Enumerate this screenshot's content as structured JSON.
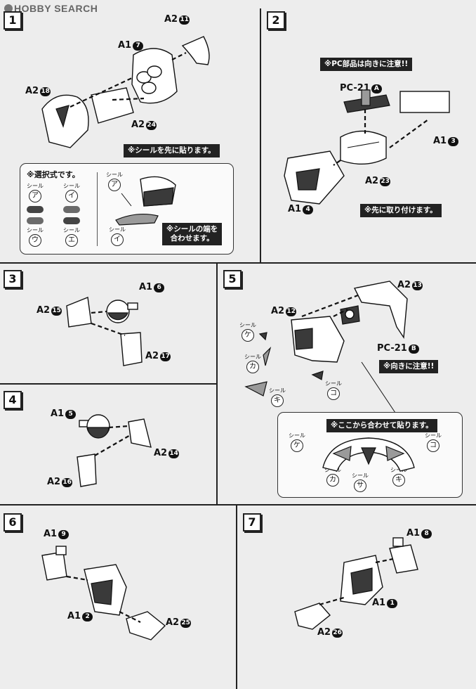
{
  "watermark": "HOBBY SEARCH",
  "steps": [
    {
      "number": "1",
      "labels": [
        {
          "prefix": "A2",
          "num": "11"
        },
        {
          "prefix": "A1",
          "num": "7"
        },
        {
          "prefix": "A2",
          "num": "18"
        },
        {
          "prefix": "A2",
          "num": "24"
        }
      ],
      "note": "※シールを先に貼ります。",
      "selection_note": "※選択式です。",
      "selection_seals": [
        "ア",
        "イ",
        "ウ",
        "エ"
      ],
      "seal_word": "シール",
      "align_seals": [
        "ア",
        "イ"
      ],
      "align_note_1": "※シールの端を",
      "align_note_2": "合わせます。"
    },
    {
      "number": "2",
      "warn": "※PC部品は向きに注意!!",
      "labels": [
        {
          "prefix": "PC-21",
          "num": "A"
        },
        {
          "prefix": "A1",
          "num": "3"
        },
        {
          "prefix": "A2",
          "num": "23"
        },
        {
          "prefix": "A1",
          "num": "4"
        }
      ],
      "note": "※先に取り付けます。"
    },
    {
      "number": "3",
      "labels": [
        {
          "prefix": "A1",
          "num": "6"
        },
        {
          "prefix": "A2",
          "num": "15"
        },
        {
          "prefix": "A2",
          "num": "17"
        }
      ]
    },
    {
      "number": "4",
      "labels": [
        {
          "prefix": "A1",
          "num": "5"
        },
        {
          "prefix": "A2",
          "num": "14"
        },
        {
          "prefix": "A2",
          "num": "16"
        }
      ]
    },
    {
      "number": "5",
      "labels": [
        {
          "prefix": "A2",
          "num": "13"
        },
        {
          "prefix": "A2",
          "num": "12"
        },
        {
          "prefix": "PC-21",
          "num": "B"
        }
      ],
      "warn": "※向きに注意!!",
      "seals": [
        "ケ",
        "カ",
        "キ",
        "コ"
      ],
      "seal_word": "シール",
      "detail_note": "※ここから合わせて貼ります。",
      "detail_seals": [
        "ケ",
        "コ",
        "カ",
        "サ",
        "キ"
      ]
    },
    {
      "number": "6",
      "labels": [
        {
          "prefix": "A1",
          "num": "9"
        },
        {
          "prefix": "A1",
          "num": "2"
        },
        {
          "prefix": "A2",
          "num": "25"
        }
      ]
    },
    {
      "number": "7",
      "labels": [
        {
          "prefix": "A1",
          "num": "8"
        },
        {
          "prefix": "A1",
          "num": "1"
        },
        {
          "prefix": "A2",
          "num": "26"
        }
      ]
    }
  ]
}
